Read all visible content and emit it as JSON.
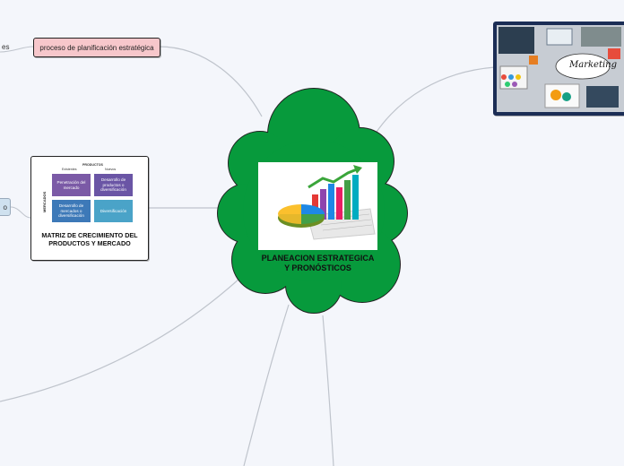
{
  "nodes": {
    "central": {
      "title": "PLANEACION ESTRATEGICA Y PRONÓSTICOS",
      "color": "#079a3c",
      "image_icon": "chart-icon"
    },
    "process": {
      "label": "proceso de planificación estratégica",
      "edge_label": "es",
      "color": "#f7c7cb"
    },
    "matrix": {
      "title": "MATRIZ DE CRECIMIENTO DEL PRODUCTOS Y MERCADO",
      "header": "PRODUCTOS",
      "col_existing": "Existentes",
      "col_new": "Nuevos",
      "side_label": "MERCADOS",
      "cells": [
        {
          "label": "Penetración del mercado",
          "color": "#7b5aa6"
        },
        {
          "label": "Desarrollo de productos o diversificación",
          "color": "#6a55a5"
        },
        {
          "label": "Desarrollo de mercados o diversificación",
          "color": "#3d79b8"
        },
        {
          "label": "Diversificación",
          "color": "#4aa3c8"
        }
      ]
    },
    "stub": {
      "label": "o",
      "color": "#cfe1ef"
    },
    "marketing": {
      "word": "Marketing",
      "image_icon": "marketing-photo-icon"
    }
  }
}
